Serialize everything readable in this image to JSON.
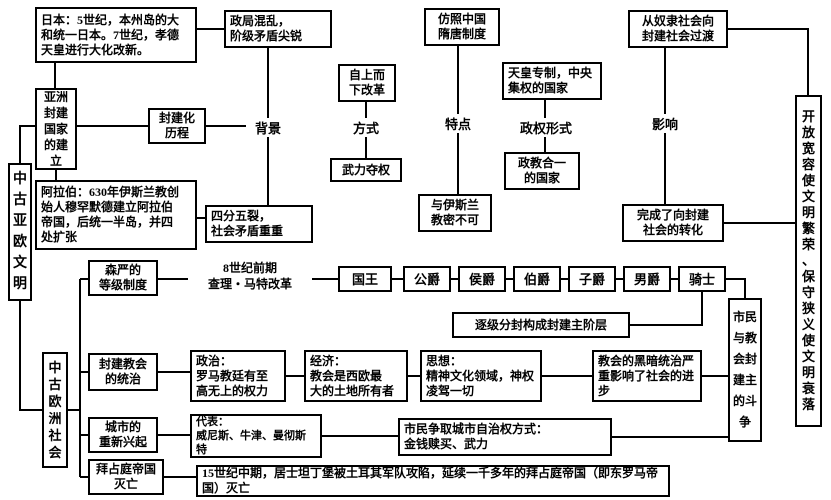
{
  "title_spine": {
    "asia_europe": "中古亚欧文明",
    "europe": "中古欧洲社会"
  },
  "asia": {
    "japan": "日本：5世纪，本州岛的大\n和统一日本。7世纪，孝德\n天皇进行大化改新。",
    "establish": "亚洲封建国家的建立",
    "feudalization": "封建化\n历程",
    "arab": "阿拉伯：630年伊斯兰教创\n始人穆罕默德建立阿拉伯\n帝国，后统一半岛，并四\n处扩张",
    "columns": [
      {
        "label": "背景",
        "top": "政局混乱，\n阶级矛盾尖锐",
        "bottom": "四分五裂，\n社会矛盾重重"
      },
      {
        "label": "方式",
        "top": "自上而\n下改革",
        "bottom": "武力夺权"
      },
      {
        "label": "特点",
        "top": "仿照中国\n隋唐制度",
        "bottom": "与伊斯兰\n教密不可"
      },
      {
        "label": "政权形式",
        "top": "天皇专制，中央\n集权的国家",
        "bottom": "政教合一\n的国家"
      },
      {
        "label": "影响",
        "top": "从奴隶社会向\n封建社会过渡",
        "bottom": "完成了向封建\n社会的转化"
      }
    ],
    "conclusion": "开放宽容使文明繁荣、保守狭义使文明衰落"
  },
  "europe": {
    "hierarchy": {
      "title": "森严的\n等级制度",
      "reform": "8世纪前期\n查理・马特改革",
      "ranks": [
        "国王",
        "公爵",
        "侯爵",
        "伯爵",
        "子爵",
        "男爵",
        "骑士"
      ],
      "note": "逐级分封构成封建主阶层"
    },
    "church": {
      "title": "封建教会\n的统治",
      "politics": "政治：\n罗马教廷有至\n高无上的权力",
      "economy": "经济：\n教会是西欧最\n大的土地所有者",
      "thought": "思想：\n精神文化领域，神权\n凌驾一切",
      "impact": "教会的黑暗统治严\n重影响了社会的进\n步"
    },
    "city": {
      "title": "城市的\n重新兴起",
      "representatives": "代表：\n威尼斯、牛津、曼彻斯特",
      "autonomy": "市民争取城市自治权方式：\n金钱赎买、武力"
    },
    "byzantine": {
      "title": "拜占庭帝国\n灭亡",
      "detail": "15世纪中期，居士坦丁堡被土耳其军队攻陷，延续一千多年的拜占庭帝国（即东罗马帝国）灭亡"
    },
    "struggle": "市民与教会封建主的斗争"
  }
}
